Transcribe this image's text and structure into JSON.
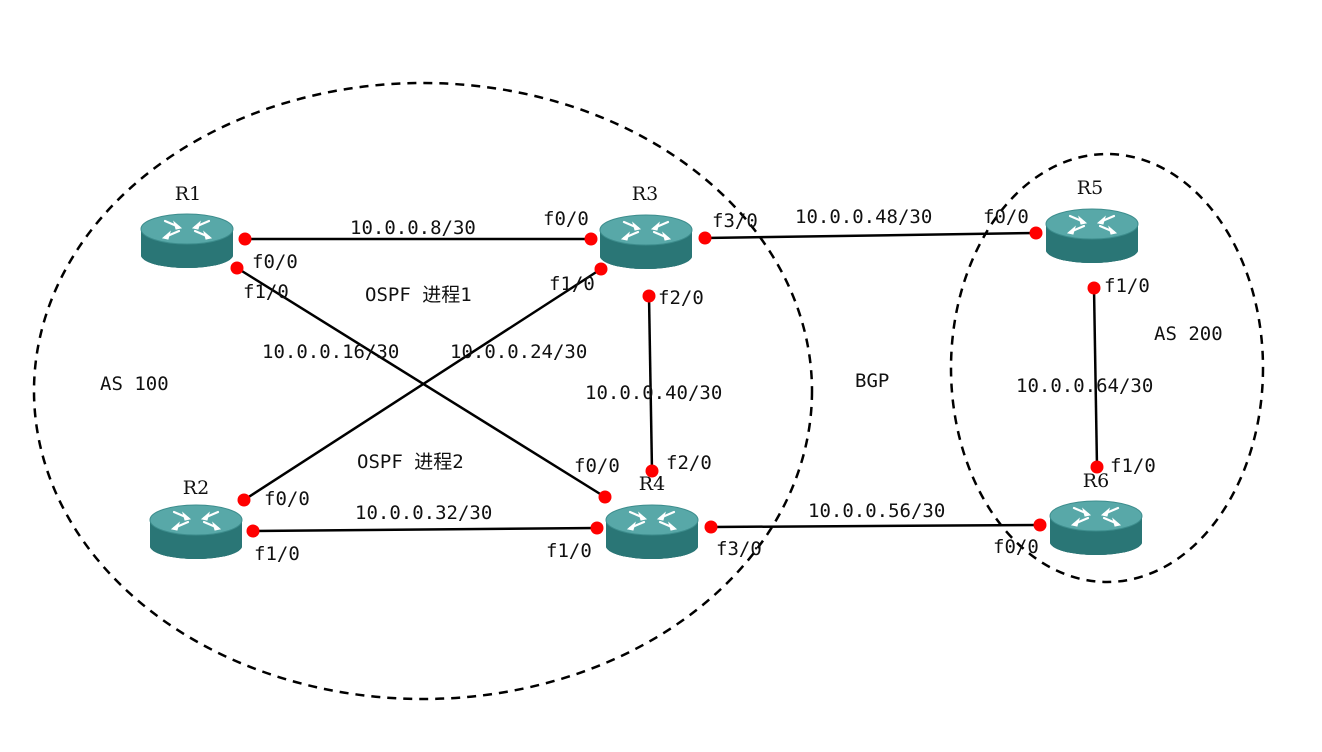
{
  "colors": {
    "background": "#ffffff",
    "link": "#000000",
    "interface_dot": "#ff0000",
    "router_body": "#2f7f7f",
    "router_top": "#4fa0a0",
    "router_arrows": "#ffffff",
    "as_boundary": "#000000"
  },
  "diagram": {
    "as_100_label": "AS 100",
    "as_200_label": "AS 200",
    "bgp_label": "BGP",
    "ospf1_label": "OSPF 进程1",
    "ospf2_label": "OSPF 进程2"
  },
  "routers": [
    {
      "id": "R1",
      "name": "R1",
      "icon": "router-icon"
    },
    {
      "id": "R2",
      "name": "R2",
      "icon": "router-icon"
    },
    {
      "id": "R3",
      "name": "R3",
      "icon": "router-icon"
    },
    {
      "id": "R4",
      "name": "R4",
      "icon": "router-icon"
    },
    {
      "id": "R5",
      "name": "R5",
      "icon": "router-icon"
    },
    {
      "id": "R6",
      "name": "R6",
      "icon": "router-icon"
    }
  ],
  "links": [
    {
      "id": "r1-r3",
      "from": "R1",
      "from_if": "f0/0",
      "to": "R3",
      "to_if": "f0/0",
      "subnet": "10.0.0.8/30"
    },
    {
      "id": "r1-r4",
      "from": "R1",
      "from_if": "f1/0",
      "to": "R4",
      "to_if": "f0/0",
      "subnet": "10.0.0.16/30"
    },
    {
      "id": "r2-r3",
      "from": "R2",
      "from_if": "f0/0",
      "to": "R3",
      "to_if": "f1/0",
      "subnet": "10.0.0.24/30"
    },
    {
      "id": "r2-r4",
      "from": "R2",
      "from_if": "f1/0",
      "to": "R4",
      "to_if": "f1/0",
      "subnet": "10.0.0.32/30"
    },
    {
      "id": "r3-r4",
      "from": "R3",
      "from_if": "f2/0",
      "to": "R4",
      "to_if": "f2/0",
      "subnet": "10.0.0.40/30"
    },
    {
      "id": "r3-r5",
      "from": "R3",
      "from_if": "f3/0",
      "to": "R5",
      "to_if": "f0/0",
      "subnet": "10.0.0.48/30"
    },
    {
      "id": "r4-r6",
      "from": "R4",
      "from_if": "f3/0",
      "to": "R6",
      "to_if": "f0/0",
      "subnet": "10.0.0.56/30"
    },
    {
      "id": "r5-r6",
      "from": "R5",
      "from_if": "f1/0",
      "to": "R6",
      "to_if": "f1/0",
      "subnet": "10.0.0.64/30"
    }
  ]
}
